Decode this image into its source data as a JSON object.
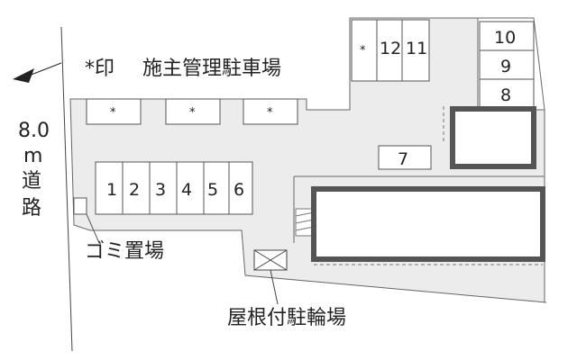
{
  "map": {
    "legend_star": "*印",
    "legend_text": "施主管理駐車場",
    "road_width": "8.0",
    "road_unit": "m",
    "road_label_1": "道",
    "road_label_2": "路",
    "garbage_label": "ゴミ置場",
    "bike_label": "屋根付駐輪場",
    "star_mark": "*",
    "spots_bottom": [
      "1",
      "2",
      "3",
      "4",
      "5",
      "6"
    ],
    "spots_top": [
      "12",
      "11"
    ],
    "spots_right": [
      "10",
      "9",
      "8"
    ],
    "spot_7": "7",
    "colors": {
      "lot": "#ececec",
      "building_border": "#555555",
      "line": "#333333"
    }
  }
}
